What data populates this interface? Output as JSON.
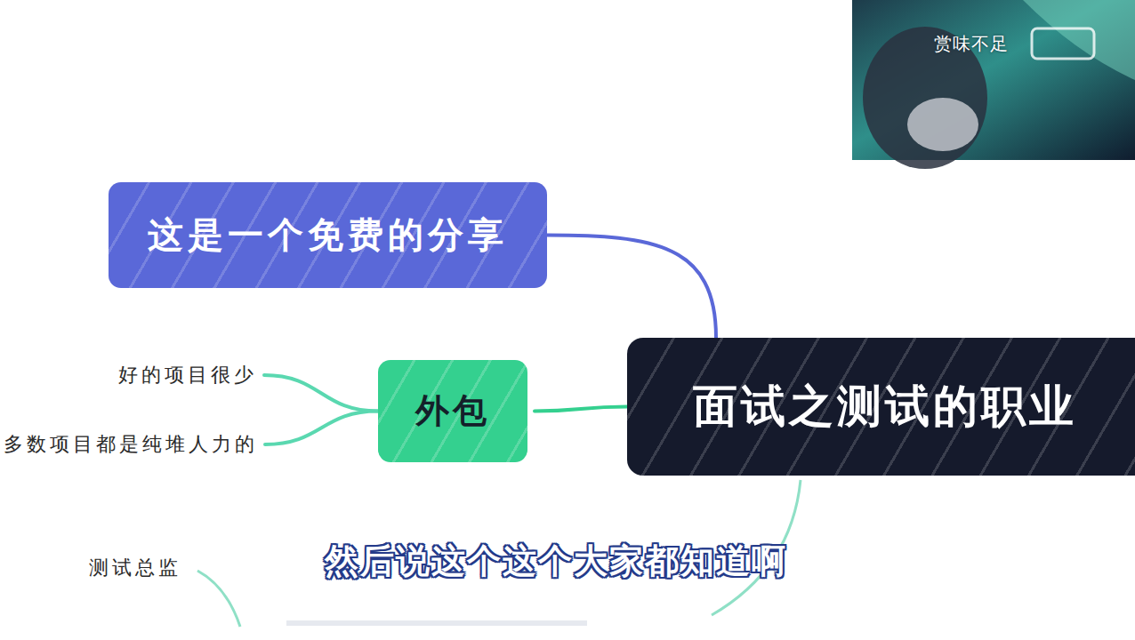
{
  "diagram": {
    "nodes": [
      {
        "text": [
          "这是一个免费的分享"
        ]
      },
      {
        "text": [
          "好的项目很少"
        ]
      },
      {
        "text": [
          "外包"
        ]
      },
      {
        "text": [
          "面试之测试的职业"
        ]
      },
      {
        "text": [
          "多数项目都是纯堆人力的"
        ]
      }
    ],
    "edges": [
      {
        "from": 3,
        "to": 0,
        "arrow": "none"
      },
      {
        "from": 3,
        "to": 2,
        "arrow": "none"
      },
      {
        "from": 2,
        "to": 1,
        "arrow": "none"
      },
      {
        "from": 2,
        "to": 4,
        "arrow": "none"
      }
    ],
    "labels": [
      "然后说这个这个大家都知道啊",
      "测试总监",
      "赏味不足"
    ]
  }
}
